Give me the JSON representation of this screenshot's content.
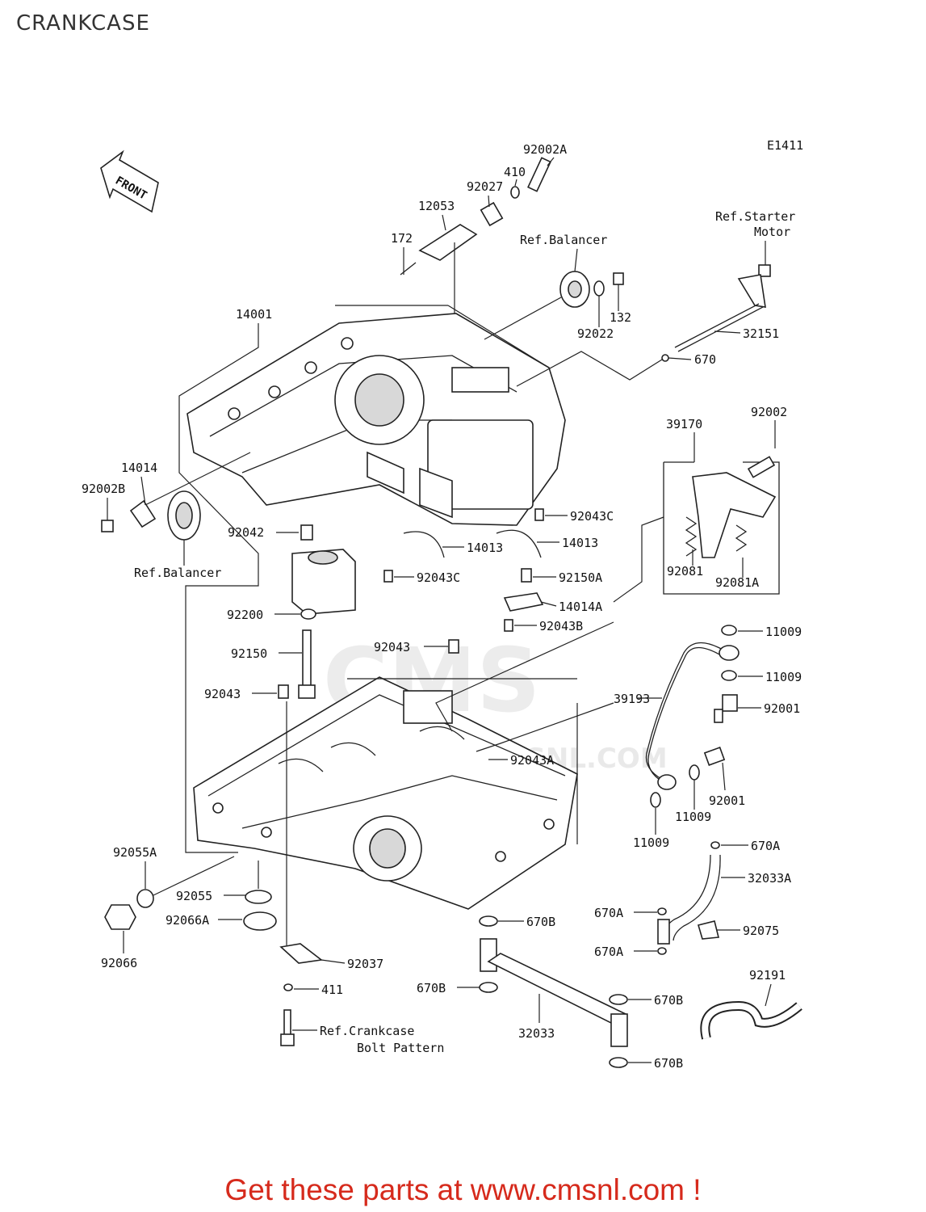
{
  "page": {
    "title": "CRANKCASE",
    "figure_code": "E1411",
    "front_badge": "FRONT"
  },
  "watermark": {
    "text_main": "CMS",
    "text_url": "WWW.CMSNL.COM"
  },
  "callouts": {
    "c92002A": "92002A",
    "c410": "410",
    "c92027": "92027",
    "c12053": "12053",
    "c172": "172",
    "refBalancerTop": "Ref.Balancer",
    "c14001": "14001",
    "c132": "132",
    "c92022": "92022",
    "refStarter1": "Ref.Starter",
    "refStarter2": "Motor",
    "c32151": "32151",
    "c670": "670",
    "c39170": "39170",
    "c92002": "92002",
    "c14014": "14014",
    "c92002B": "92002B",
    "refBalancerLeft": "Ref.Balancer",
    "c92042": "92042",
    "c92043C_a": "92043C",
    "c14013_a": "14013",
    "c14013_b": "14013",
    "c92043C_b": "92043C",
    "c92081": "92081",
    "c92081A": "92081A",
    "c92150A": "92150A",
    "c14014A": "14014A",
    "c92043B": "92043B",
    "c92200": "92200",
    "c11009_a": "11009",
    "c92150": "92150",
    "c92043_a": "92043",
    "c11009_b": "11009",
    "c92043_b": "92043",
    "c39193": "39193",
    "c92001_a": "92001",
    "c92043A": "92043A",
    "c92001_b": "92001",
    "c11009_c": "11009",
    "c11009_d": "11009",
    "c92055A": "92055A",
    "c670A_a": "670A",
    "c32033A": "32033A",
    "c92055": "92055",
    "c92066A": "92066A",
    "c670B_a": "670B",
    "c670A_b": "670A",
    "c92075": "92075",
    "c670A_c": "670A",
    "c92066": "92066",
    "c92037": "92037",
    "c92191": "92191",
    "c670B_b": "670B",
    "c411": "411",
    "c670B_c": "670B",
    "c32033": "32033",
    "refCrankcase1": "Ref.Crankcase",
    "refCrankcase2": "Bolt Pattern",
    "c670B_d": "670B"
  },
  "footer": {
    "text": "Get these parts at www.cmsnl.com !",
    "color": "#d62a1c"
  }
}
